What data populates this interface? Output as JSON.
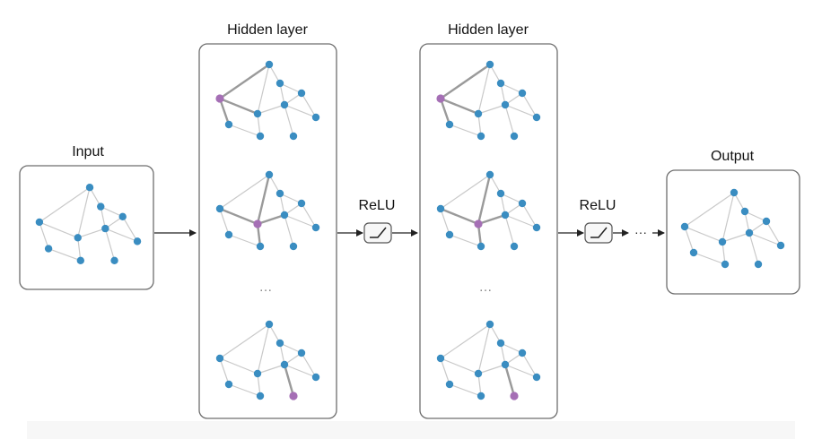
{
  "labels": {
    "input": "Input",
    "hidden_1": "Hidden layer",
    "hidden_2": "Hidden layer",
    "output": "Output",
    "relu_1": "ReLU",
    "relu_2": "ReLU",
    "ellipsis_1": "…",
    "ellipsis_2": "…",
    "chain_dots": "···"
  },
  "colors": {
    "node": "#3a8dc1",
    "focus_node": "#a56fb5",
    "edge": "#c9c9c9",
    "focus_edge": "#9a9a9a"
  },
  "icons": {
    "activation": "relu-activation-icon"
  }
}
